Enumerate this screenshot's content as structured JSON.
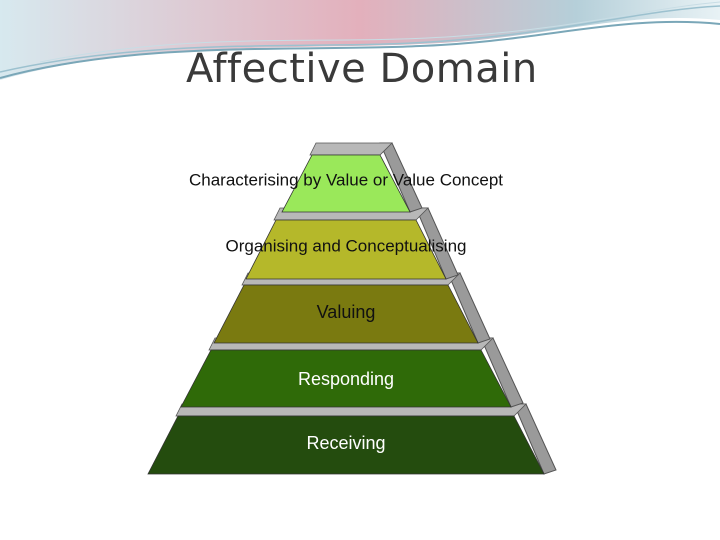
{
  "slide": {
    "title": "Affective Domain"
  },
  "pyramid": {
    "levels": [
      {
        "label": "Characterising by Value or Value Concept",
        "color": "#9ae85a",
        "text_color": "#111111"
      },
      {
        "label": "Organising and Conceptualising",
        "color": "#b5b82a",
        "text_color": "#111111"
      },
      {
        "label": "Valuing",
        "color": "#7a7a10",
        "text_color": "#111111"
      },
      {
        "label": "Responding",
        "color": "#2f6a08",
        "text_color": "#ffffff"
      },
      {
        "label": "Receiving",
        "color": "#244c0e",
        "text_color": "#ffffff"
      }
    ],
    "side_color": "#9a9a9a",
    "side_color_dark": "#555555"
  },
  "decor": {
    "banner_colors": [
      "#cfe3ea",
      "#e9b4bf",
      "#8fb7c6"
    ]
  }
}
